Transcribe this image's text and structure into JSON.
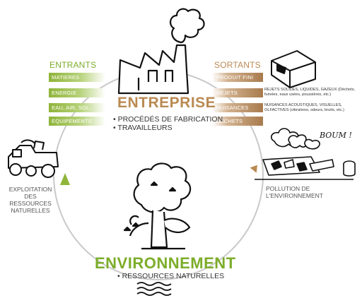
{
  "entrants": {
    "heading": "ENTRANTS",
    "items": [
      "MATIERES PREMIERES",
      "ENERGIE",
      "EAU, AIR, SOL",
      "EQUIPEMENTS"
    ]
  },
  "sortants": {
    "heading": "SORTANTS",
    "items": [
      "PRODUIT FINI",
      "REJETS",
      "NUISANCES",
      "DECHETS"
    ],
    "rejets_note": "REJETS SOLIDES, LIQUIDES, GAZEUX (Déchets, fumées, eaux usées, poussières, etc.)",
    "nuisances_note": "NUISANCES ACOUSTIQUES, VISUELLES, OLFACTIVES (vibrations, odeurs, bruits, etc.)"
  },
  "entreprise": {
    "title": "ENTREPRISE",
    "bullets": [
      "• PROCÉDÉS DE FABRICATION",
      "• TRAVAILLEURS"
    ]
  },
  "environnement": {
    "title": "ENVIRONNEMENT",
    "bullets": [
      "• RESSOURCES NATURELLES"
    ]
  },
  "exploitation_label": "EXPLOITATION DES RESSOURCES NATURELLES",
  "pollution_label": "POLLUTION DE L'ENVIRONNEMENT",
  "boum_text": "BOUM !",
  "colors": {
    "green": "#7cad2a",
    "tan": "#b98a52",
    "circle": "#c9c9c9"
  }
}
